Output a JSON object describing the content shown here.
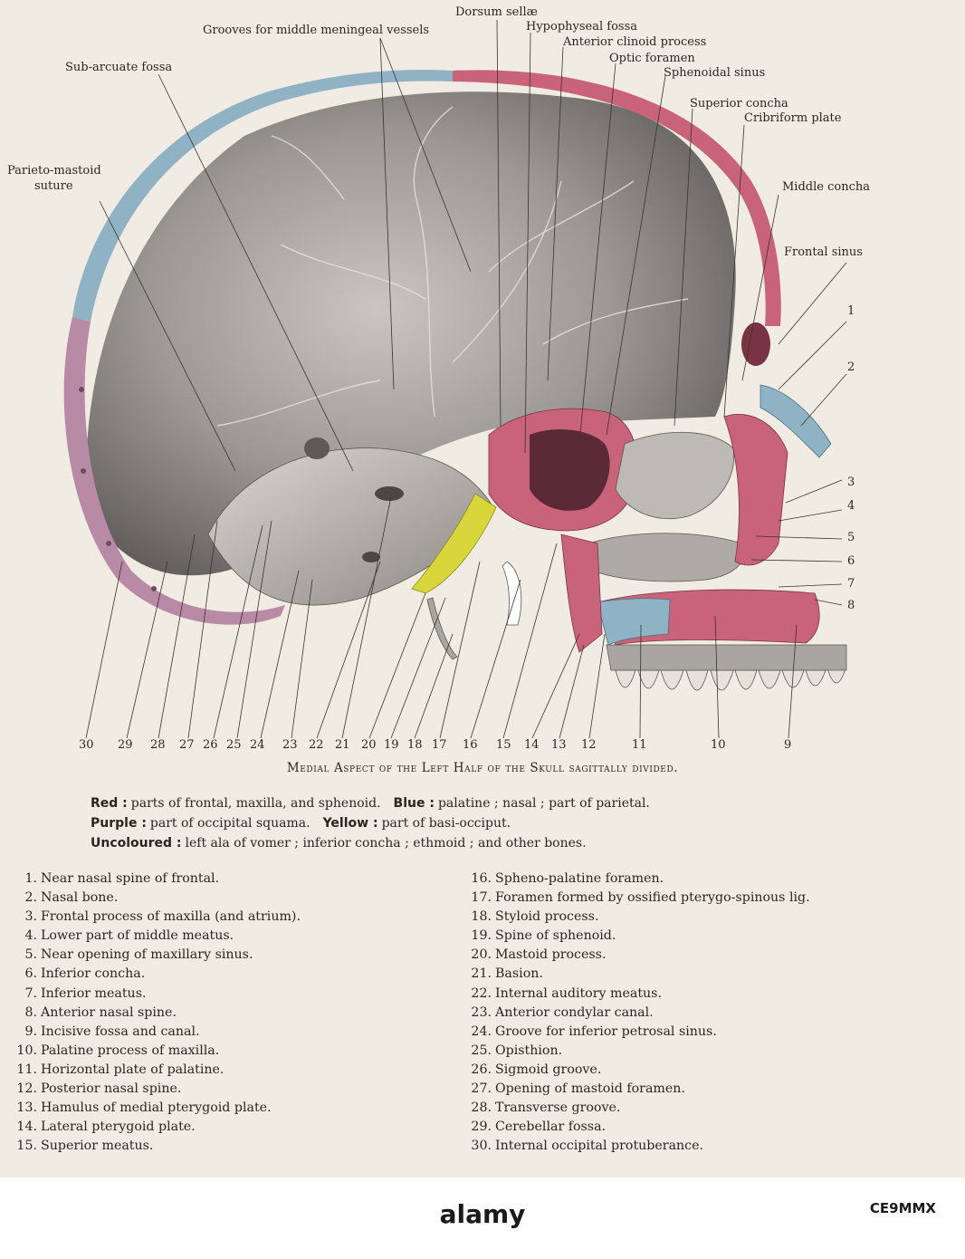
{
  "labels": {
    "grooves_meningeal": "Grooves for middle meningeal vessels",
    "dorsum_sellae": "Dorsum sellæ",
    "hypophyseal_fossa": "Hypophyseal fossa",
    "anterior_clinoid": "Anterior clinoid process",
    "optic_foramen": "Optic foramen",
    "sphenoidal_sinus": "Sphenoidal sinus",
    "sub_arcuate": "Sub-arcuate fossa",
    "superior_concha": "Superior concha",
    "cribriform_plate": "Cribriform plate",
    "parieto_mastoid_1": "Parieto-mastoid",
    "parieto_mastoid_2": "suture",
    "middle_concha": "Middle concha",
    "frontal_sinus": "Frontal sinus"
  },
  "right_numbers": [
    "1",
    "2",
    "3",
    "4",
    "5",
    "6",
    "7",
    "8"
  ],
  "bottom_numbers": [
    "30",
    "29",
    "28",
    "27",
    "26",
    "25",
    "24",
    "23",
    "22",
    "21",
    "20",
    "19",
    "18",
    "17",
    "16",
    "15",
    "14",
    "13",
    "12",
    "11",
    "10",
    "9"
  ],
  "caption": "Medial Aspect of the Left Half of the Skull sagittally divided.",
  "color_key": {
    "red_label": "Red :",
    "red_text": "parts of frontal, maxilla, and sphenoid.",
    "blue_label": "Blue :",
    "blue_text": "palatine ; nasal ; part of parietal.",
    "purple_label": "Purple :",
    "purple_text": "part of occipital squama.",
    "yellow_label": "Yellow :",
    "yellow_text": "part of basi-occiput.",
    "uncoloured_label": "Uncoloured :",
    "uncoloured_text": "left ala of vomer ; inferior concha ; ethmoid ; and other bones."
  },
  "legend_left": [
    {
      "num": "1.",
      "text": "Near nasal spine of frontal."
    },
    {
      "num": "2.",
      "text": "Nasal bone."
    },
    {
      "num": "3.",
      "text": "Frontal process of maxilla (and atrium)."
    },
    {
      "num": "4.",
      "text": "Lower part of middle meatus."
    },
    {
      "num": "5.",
      "text": "Near opening of maxillary sinus."
    },
    {
      "num": "6.",
      "text": "Inferior concha."
    },
    {
      "num": "7.",
      "text": "Inferior meatus."
    },
    {
      "num": "8.",
      "text": "Anterior nasal spine."
    },
    {
      "num": "9.",
      "text": "Incisive fossa and canal."
    },
    {
      "num": "10.",
      "text": "Palatine process of maxilla."
    },
    {
      "num": "11.",
      "text": "Horizontal plate of palatine."
    },
    {
      "num": "12.",
      "text": "Posterior nasal spine."
    },
    {
      "num": "13.",
      "text": "Hamulus of medial pterygoid plate."
    },
    {
      "num": "14.",
      "text": "Lateral pterygoid plate."
    },
    {
      "num": "15.",
      "text": "Superior meatus."
    }
  ],
  "legend_right": [
    {
      "num": "16.",
      "text": "Spheno-palatine foramen."
    },
    {
      "num": "17.",
      "text": "Foramen formed by ossified pterygo-spinous lig."
    },
    {
      "num": "18.",
      "text": "Styloid process."
    },
    {
      "num": "19.",
      "text": "Spine of sphenoid."
    },
    {
      "num": "20.",
      "text": "Mastoid process."
    },
    {
      "num": "21.",
      "text": "Basion."
    },
    {
      "num": "22.",
      "text": "Internal auditory meatus."
    },
    {
      "num": "23.",
      "text": "Anterior condylar canal."
    },
    {
      "num": "24.",
      "text": "Groove for inferior petrosal sinus."
    },
    {
      "num": "25.",
      "text": "Opisthion."
    },
    {
      "num": "26.",
      "text": "Sigmoid groove."
    },
    {
      "num": "27.",
      "text": "Opening of mastoid foramen."
    },
    {
      "num": "28.",
      "text": "Transverse groove."
    },
    {
      "num": "29.",
      "text": "Cerebellar fossa."
    },
    {
      "num": "30.",
      "text": "Internal occipital protuberance."
    }
  ],
  "footer": {
    "watermark": "alamy",
    "image_id": "CE9MMX"
  },
  "colors": {
    "red": "#c9637a",
    "blue": "#8fb2c4",
    "purple": "#b88aa6",
    "yellow": "#d9d63c",
    "paper": "#f1ece3",
    "bone": "#9a9793"
  }
}
